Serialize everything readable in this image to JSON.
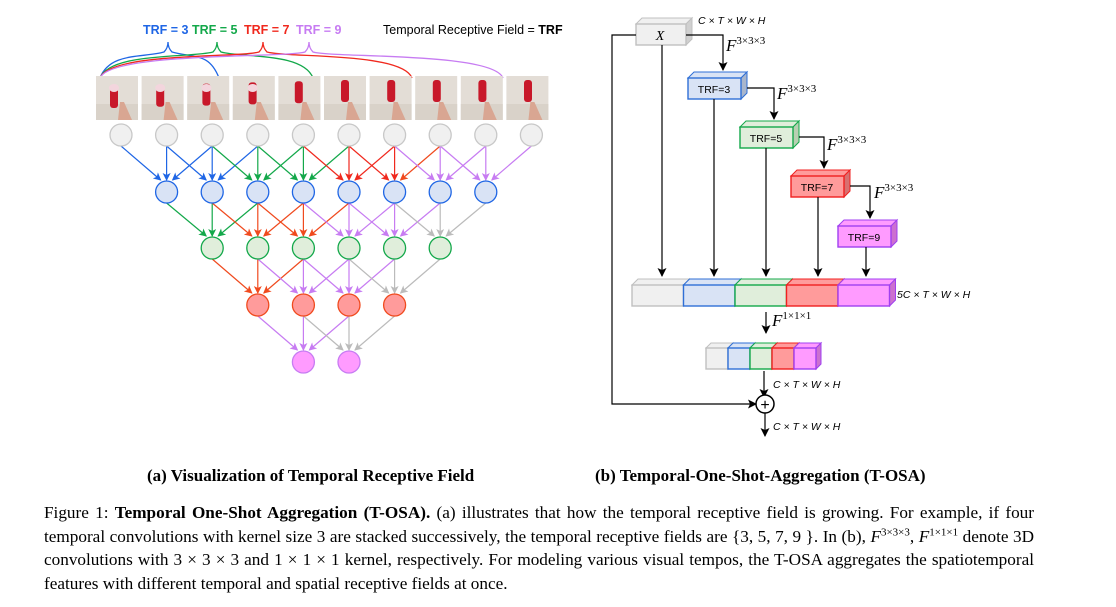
{
  "panel_a": {
    "trf_labels": [
      {
        "text": "TRF = 3",
        "color": "#1f66e5"
      },
      {
        "text": "TRF = 5",
        "color": "#13a84a"
      },
      {
        "text": "TRF = 7",
        "color": "#f0291e"
      },
      {
        "text": "TRF = 9",
        "color": "#c77cf2"
      }
    ],
    "legend": "Temporal Receptive Field = ",
    "legend_bold": "TRF",
    "frame_count": 10,
    "layers": [
      {
        "name": "input",
        "count": 10,
        "fill": "#f0f0f0",
        "stroke": "#c8c8c8"
      },
      {
        "name": "trf3",
        "count": 8,
        "fill": "#d9e3f5",
        "stroke": "#1f66e5"
      },
      {
        "name": "trf5",
        "count": 6,
        "fill": "#e0eedb",
        "stroke": "#13a84a"
      },
      {
        "name": "trf7",
        "count": 4,
        "fill": "#ff9b9b",
        "stroke": "#f04a1e"
      },
      {
        "name": "trf9",
        "count": 2,
        "fill": "#ff9bff",
        "stroke": "#c77cf2"
      }
    ],
    "edge_colors": {
      "l1": [
        "#1f66e5",
        "#1f66e5",
        "#13a84a",
        "#13a84a",
        "#f0291e",
        "#f0291e",
        "#c77cf2",
        "#c77cf2"
      ],
      "l1_override": {
        "5-2": "#f04a1e"
      },
      "l2": [
        "#13a84a",
        "#f04a1e",
        "#f04a1e",
        "#c77cf2",
        "#c77cf2",
        "#bbbbbb"
      ],
      "l3": [
        "#f04a1e",
        "#c77cf2",
        "#c77cf2",
        "#bbbbbb"
      ],
      "l4": [
        "#c77cf2",
        "#bbbbbb"
      ]
    },
    "caption": "(a) Visualization of Temporal Receptive Field"
  },
  "panel_b": {
    "input_label": "X",
    "input_dim": "C × T × W × H",
    "conv_label": "F",
    "conv_sup": "3×3×3",
    "blocks": [
      {
        "label": "TRF=3",
        "fill": "#d9e3f5",
        "stroke": "#2f6fd6",
        "side": "#a9b6cc"
      },
      {
        "label": "TRF=5",
        "fill": "#e0eedb",
        "stroke": "#13a84a",
        "side": "#b8cfb2"
      },
      {
        "label": "TRF=7",
        "fill": "#ff9b9b",
        "stroke": "#f02020",
        "side": "#d87070"
      },
      {
        "label": "TRF=9",
        "fill": "#ff9bff",
        "stroke": "#a040f0",
        "side": "#cc70d0"
      }
    ],
    "input_block": {
      "fill": "#f0f0f0",
      "stroke": "#c0c0c0",
      "side": "#d0d0d0"
    },
    "concat_dim": "5C × T × W × H",
    "pointwise_sup": "1×1×1",
    "out_dim_1": "C × T × W × H",
    "out_dim_2": "C × T × W × H",
    "sum_symbol": "+",
    "caption": "(b) Temporal-One-Shot-Aggregation (T-OSA)"
  },
  "caption": {
    "fig_label": "Figure 1: ",
    "bold_title": "Temporal One-Shot Aggregation (T-OSA).",
    "text1": " (a) illustrates that how the temporal receptive field is growing. For example, if four temporal convolutions with kernel size 3 are stacked successively, the temporal receptive fields are {3, 5, 7, 9 }. In (b), ",
    "f_sup_1": "3×3×3",
    "sep": ", ",
    "f_sup_2": "1×1×1",
    "text2": " denote 3D convolutions with 3 × 3 × 3 and 1 × 1 × 1 kernel, respectively. For modeling various visual tempos, the T-OSA aggregates the spatiotemporal features with different temporal and spatial receptive fields at once."
  }
}
